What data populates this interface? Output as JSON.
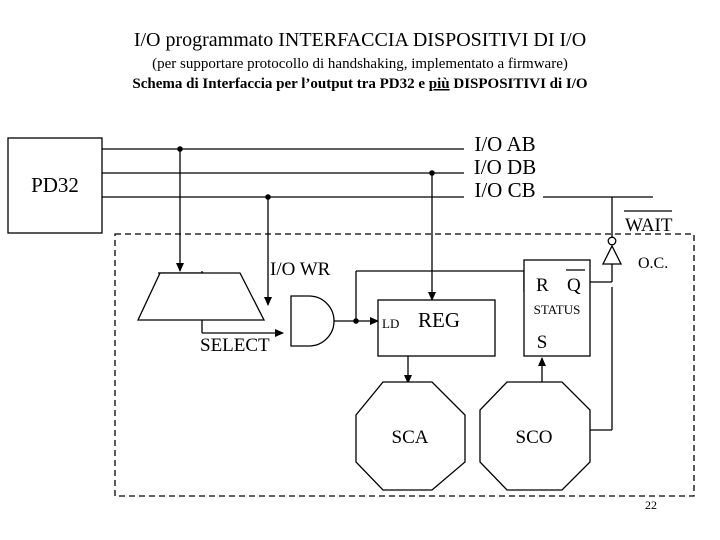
{
  "title": "I/O programmato INTERFACCIA DISPOSITIVI DI I/O",
  "subtitle": "(per supportare protocollo di handshaking, implementato a firmware)",
  "subtitle2": {
    "pre": "Schema di Interfaccia per l’output tra PD32 e ",
    "underlined": "più",
    "post": " DISPOSITIVI di I/O"
  },
  "cpu_label": "PD32",
  "bus_labels": [
    "I/O AB",
    "I/O DB",
    "I/O CB"
  ],
  "wait_label": "WAIT",
  "oc_label": "O.C.",
  "io_wr_label": "I/O WR",
  "select_label": "SELECT",
  "ld_label": "LD",
  "reg_label": "REG",
  "status": {
    "r": "R",
    "q": "Q",
    "name": "STATUS",
    "s": "S"
  },
  "sca_label": "SCA",
  "sco_label": "SCO",
  "page_number": "22"
}
